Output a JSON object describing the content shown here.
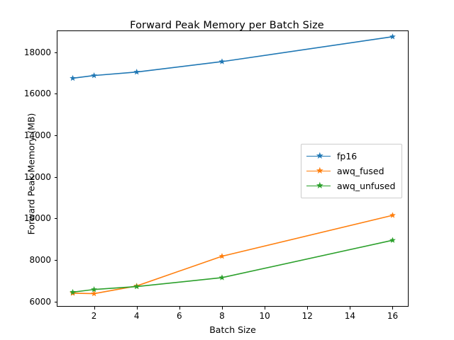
{
  "chart_data": {
    "type": "line",
    "title": "Forward Peak Memory per Batch Size",
    "xlabel": "Batch Size",
    "ylabel": "Forward Peak Memory (MB)",
    "x": [
      1,
      2,
      4,
      8,
      16
    ],
    "xlim": [
      0.25,
      16.75
    ],
    "ylim": [
      5750,
      19050
    ],
    "xticks": [
      2,
      4,
      6,
      8,
      10,
      12,
      14,
      16
    ],
    "xtick_labels": [
      "2",
      "4",
      "6",
      "8",
      "10",
      "12",
      "14",
      "16"
    ],
    "yticks": [
      6000,
      8000,
      10000,
      12000,
      14000,
      16000,
      18000
    ],
    "ytick_labels": [
      "6000",
      "8000",
      "10000",
      "12000",
      "14000",
      "16000",
      "18000"
    ],
    "grid": false,
    "legend_position": "center right",
    "marker": "star",
    "series": [
      {
        "name": "fp16",
        "color": "#1f77b4",
        "values": [
          16750,
          16880,
          17050,
          17550,
          18750
        ]
      },
      {
        "name": "awq_fused",
        "color": "#ff7f0e",
        "values": [
          6400,
          6380,
          6750,
          8180,
          10150
        ]
      },
      {
        "name": "awq_unfused",
        "color": "#2ca02c",
        "values": [
          6450,
          6580,
          6720,
          7150,
          8950
        ]
      }
    ]
  },
  "legend": {
    "items": [
      {
        "label": "fp16"
      },
      {
        "label": "awq_fused"
      },
      {
        "label": "awq_unfused"
      }
    ]
  }
}
